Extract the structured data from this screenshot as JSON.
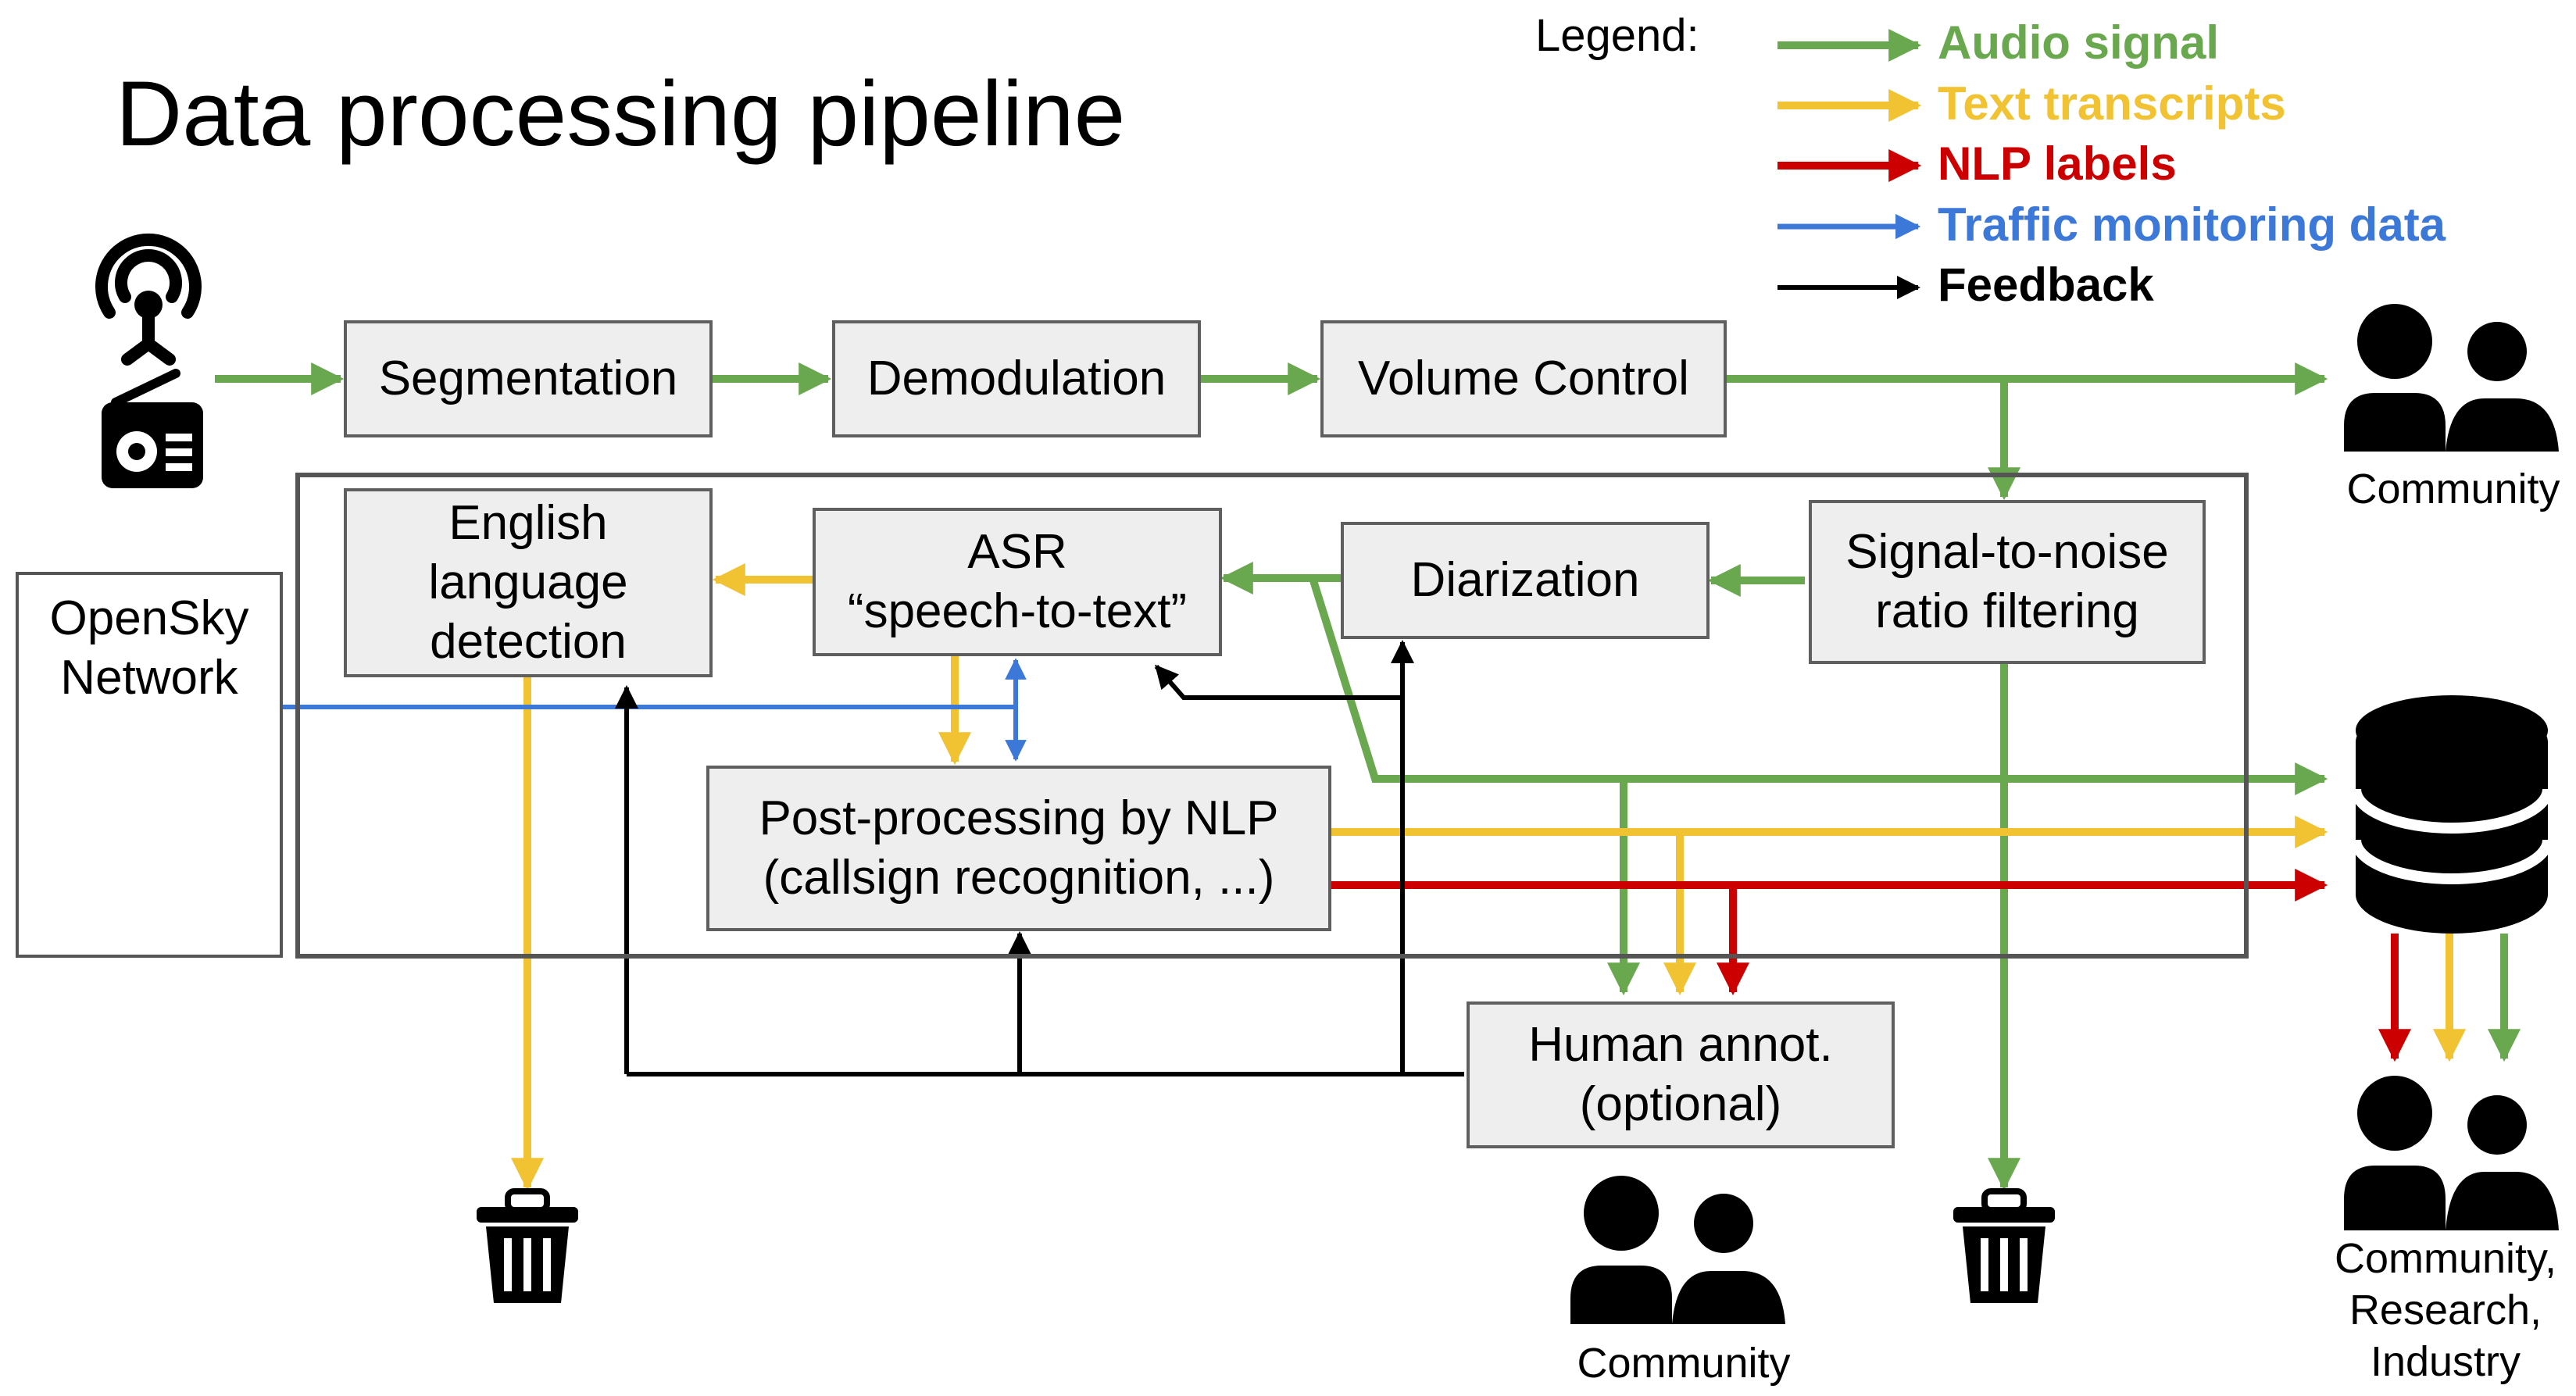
{
  "title": "Data processing pipeline",
  "legend": {
    "title": "Legend:",
    "items": [
      {
        "label": "Audio signal",
        "color": "#6aa84f"
      },
      {
        "label": "Text transcripts",
        "color": "#f1c232"
      },
      {
        "label": "NLP labels",
        "color": "#cc0000"
      },
      {
        "label": "Traffic monitoring data",
        "color": "#3c78d8"
      },
      {
        "label": "Feedback",
        "color": "#000000"
      }
    ]
  },
  "nodes": {
    "segmentation": "Segmentation",
    "demodulation": "Demodulation",
    "volume_control": "Volume Control",
    "english_detection": "English\nlanguage\ndetection",
    "asr": "ASR\n“speech-to-text”",
    "diarization": "Diarization",
    "snr_filtering": "Signal-to-noise\nratio filtering",
    "post_processing": "Post-processing by NLP\n(callsign recognition, ...)",
    "human_annotation": "Human annot.\n(optional)",
    "opensky": "OpenSky\nNetwork"
  },
  "captions": {
    "community_top": "Community",
    "community_bottom": "Community",
    "community_research_industry": "Community,\nResearch,\nIndustry"
  },
  "icons": {
    "source": [
      "antenna-icon",
      "radio-icon"
    ],
    "radar": "radar-icon",
    "trash": "trash-icon",
    "database": "database-icon",
    "people": "people-icon"
  }
}
